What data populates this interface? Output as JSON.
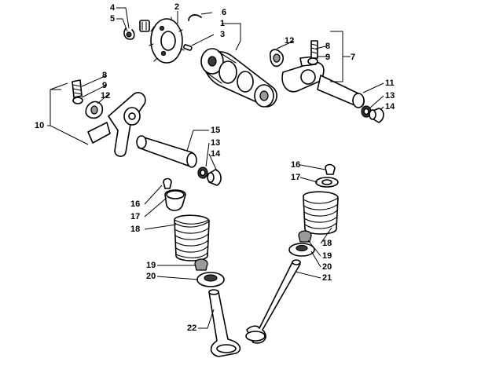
{
  "labels": {
    "l1": "1",
    "l2": "2",
    "l3": "3",
    "l4": "4",
    "l5": "5",
    "l6": "6",
    "l7": "7",
    "l8a": "8",
    "l9a": "9",
    "l12a": "12",
    "l8b": "8",
    "l9b": "9",
    "l10": "10",
    "l12b": "12",
    "l11": "11",
    "l13a": "13",
    "l14a": "14",
    "l15": "15",
    "l13b": "13",
    "l14b": "14",
    "l16a": "16",
    "l17a": "17",
    "l18a": "18",
    "l19a": "19",
    "l20a": "20",
    "l22": "22",
    "l16b": "16",
    "l17b": "17",
    "l18b": "18",
    "l19b": "19",
    "l20b": "20",
    "l21": "21"
  }
}
